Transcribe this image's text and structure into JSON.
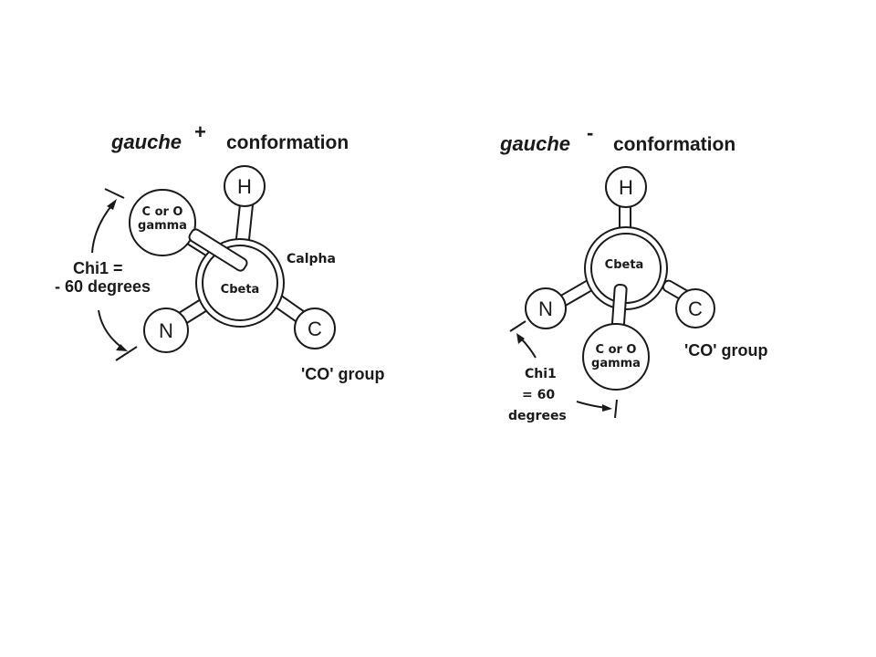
{
  "left_panel": {
    "title_italic": "gauche",
    "title_sup": "+",
    "title_rest": "conformation",
    "atom_h": "H",
    "atom_gamma_line1": "C or O",
    "atom_gamma_line2": "gamma",
    "atom_n": "N",
    "atom_c": "C",
    "center_label": "Cbeta",
    "calpha_label": "Calpha",
    "chi_line1": "Chi1 =",
    "chi_line2": "- 60 degrees",
    "co_group": "'CO' group"
  },
  "right_panel": {
    "title_italic": "gauche",
    "title_sup": "-",
    "title_rest": "conformation",
    "atom_h": "H",
    "atom_gamma_line1": "C or O",
    "atom_gamma_line2": "gamma",
    "atom_n": "N",
    "atom_c": "C",
    "center_label": "Cbeta",
    "chi_line1": "Chi1",
    "chi_line2": "= 60",
    "chi_line3": "degrees",
    "co_group": "'CO' group"
  },
  "colors": {
    "ink": "#1a1a1a",
    "background": "#ffffff"
  }
}
